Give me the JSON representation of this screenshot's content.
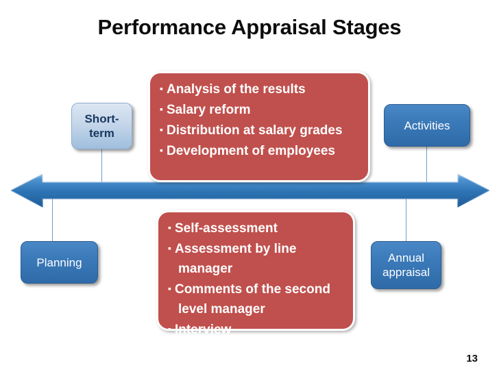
{
  "slide": {
    "title": "Performance Appraisal Stages",
    "page_number": "13",
    "bullet_glyph": "▪",
    "colors": {
      "red_box": "#c0504d",
      "blue_box": "#3b7ab9",
      "light_blue_box": "#c5d6ea",
      "arrow": "#2e75b6",
      "connector": "#6f9ec4",
      "title_text": "#0d0d0d"
    }
  },
  "arrow": {
    "name": "double-headed-timeline-arrow",
    "direction": "left-right"
  },
  "nodes": {
    "short_term": {
      "label": "Short-\nterm",
      "line1": "Short-",
      "line2": "term"
    },
    "activities": {
      "label": "Activities"
    },
    "planning": {
      "label": "Planning"
    },
    "annual_appraisal": {
      "label": "Annual\nappraisal",
      "line1": "Annual",
      "line2": "appraisal"
    }
  },
  "callouts": {
    "top": {
      "name": "short-term-activities-callout",
      "items": [
        "Analysis of the results",
        "Salary reform",
        "Distribution at salary grades",
        "Development of employees"
      ]
    },
    "bottom": {
      "name": "annual-appraisal-callout",
      "items": [
        "Self-assessment",
        "Assessment by line manager",
        "Comments of the second level manager",
        "Interview"
      ]
    }
  }
}
